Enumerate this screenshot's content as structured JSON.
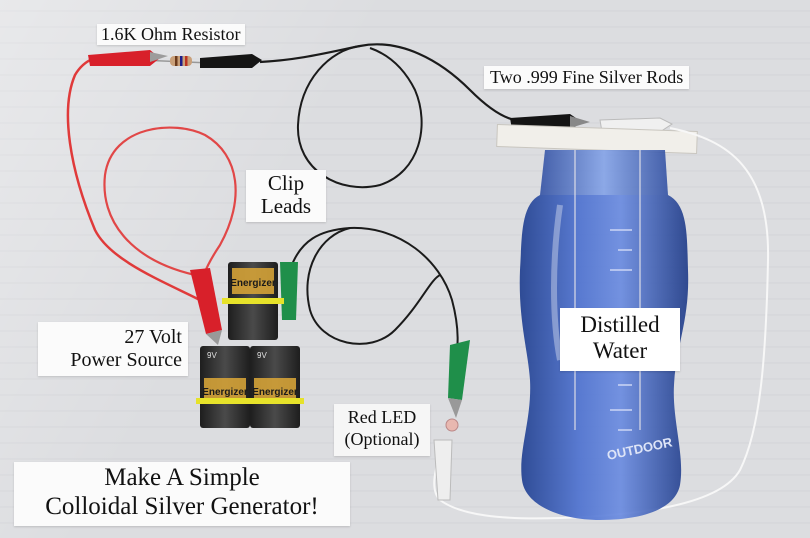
{
  "labels": {
    "resistor": "1.6K Ohm Resistor",
    "rods": "Two .999 Fine Silver Rods",
    "clip_leads": [
      "Clip",
      "Leads"
    ],
    "power_source": [
      "27 Volt",
      "Power Source"
    ],
    "red_led": [
      "Red LED",
      "(Optional)"
    ],
    "distilled_water": [
      "Distilled",
      "Water"
    ],
    "title": [
      "Make A Simple",
      "Colloidal Silver Generator!"
    ]
  },
  "battery_brand": "Energizer",
  "battery_voltage": "9V",
  "bottle_brand": "OUTDOOR",
  "colors": {
    "background": "#d8d9dc",
    "red_wire": "#e03a3a",
    "black_wire": "#1b1b1b",
    "red_clip": "#d8202a",
    "black_clip": "#151515",
    "green_clip": "#1f8f4a",
    "white_clip": "#eeeeee",
    "bottle": "#3b5db8",
    "battery": "#2b2b2b",
    "battery_label": "#d4a237",
    "rubber_band": "#e6e22a"
  }
}
